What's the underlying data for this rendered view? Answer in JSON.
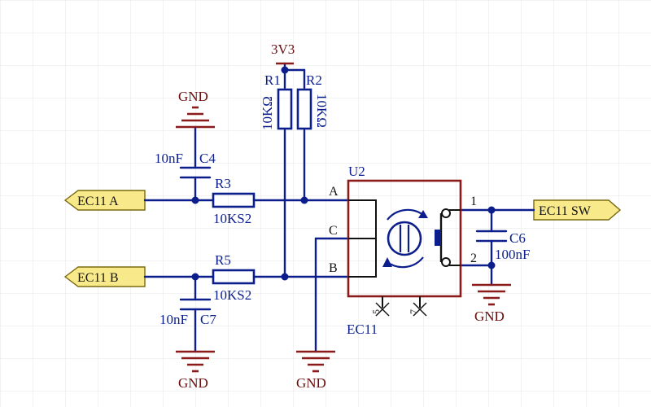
{
  "colors": {
    "wire": "#0b1e8c",
    "body": "#8b1a1a",
    "power_label": "#6b0d0d",
    "port_fill": "#f8e98a",
    "grid": "#e6e6e6"
  },
  "ports": {
    "ec11_a": "EC11  A",
    "ec11_b": "EC11  B",
    "ec11_sw": "EC11  SW"
  },
  "power": {
    "vcc": "3V3",
    "gnd_c4": "GND",
    "gnd_c7": "GND",
    "gnd_c": "GND",
    "gnd_c6": "GND"
  },
  "components": {
    "r1": {
      "ref": "R1",
      "value": "10KΩ"
    },
    "r2": {
      "ref": "R2",
      "value": "10KΩ"
    },
    "r3": {
      "ref": "R3",
      "value": "10KS2"
    },
    "r5": {
      "ref": "R5",
      "value": "10KS2"
    },
    "c4": {
      "ref": "C4",
      "value": "10nF"
    },
    "c7": {
      "ref": "C7",
      "value": "10nF"
    },
    "c6": {
      "ref": "C6",
      "value": "100nF"
    },
    "u2": {
      "ref": "U2",
      "part": "EC11"
    }
  },
  "pins": {
    "a": "A",
    "b": "B",
    "c": "C",
    "p1": "1",
    "p2": "2",
    "p5": "5",
    "p7": "7"
  }
}
